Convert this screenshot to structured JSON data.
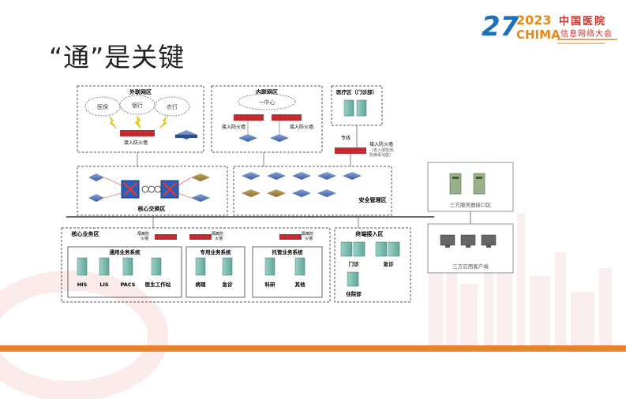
{
  "slide": {
    "title": "“通”是关键"
  },
  "logo": {
    "number": "27",
    "year": "2023",
    "brand": "CHIMA",
    "cn_line1": "中国医院",
    "cn_line2": "信息网络大会"
  },
  "zones": {
    "external": {
      "title": "外联网区",
      "clouds": [
        "医保",
        "银行",
        "农行"
      ],
      "firewall": "接入防火墙"
    },
    "internal": {
      "title": "内联网区",
      "cloud": "一中心",
      "firewall_left": "接入防火墙",
      "firewall_right": "接入防火墙"
    },
    "clinic": {
      "title": "医疗区（门诊部）",
      "line": "专线",
      "firewall": "接入防火墙",
      "firewall_note1": "（含入侵检测、",
      "firewall_note2": "防病毒功能）"
    },
    "core": {
      "title": "核心交换区"
    },
    "security": {
      "title": "安全管理区"
    },
    "business": {
      "title": "核心业务区",
      "iso_fw1": "隔离防",
      "iso_fw2": "火墙",
      "general": {
        "title": "通用业务系统",
        "items": [
          "HIS",
          "LIS",
          "PACS",
          "医生工作站"
        ]
      },
      "special": {
        "title": "专用业务系统",
        "items": [
          "病理",
          "急诊"
        ]
      },
      "hosted": {
        "title": "托管业务系统",
        "items": [
          "科研",
          "其他"
        ]
      }
    },
    "terminal": {
      "title": "终端接入区",
      "items": [
        "门诊",
        "急诊",
        "住院部"
      ]
    }
  },
  "third_party": {
    "server": "三方服务器接口区",
    "client": "三方应用客户端"
  }
}
